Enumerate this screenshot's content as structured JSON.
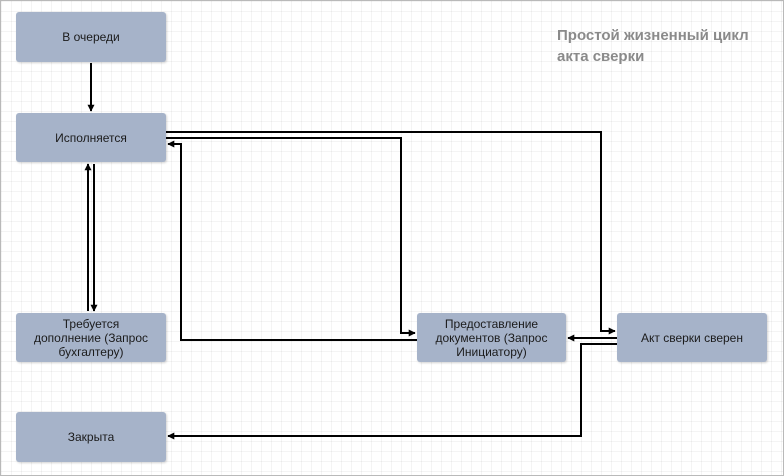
{
  "title": "Простой жизненный цикл\nакта сверки",
  "colors": {
    "node_fill": "#a6b3c9",
    "edge": "#000000",
    "title_text": "#8a8a8a",
    "grid": "#ececec"
  },
  "nodes": {
    "queued": "В очереди",
    "in_progress": "Исполняется",
    "needs_info": "Требуется\nдополнение (Запрос\nбухгалтеру)",
    "docs": "Предоставление\nдокументов (Запрос\nИнициатору)",
    "reconciled": "Акт сверки сверен",
    "closed": "Закрыта"
  }
}
